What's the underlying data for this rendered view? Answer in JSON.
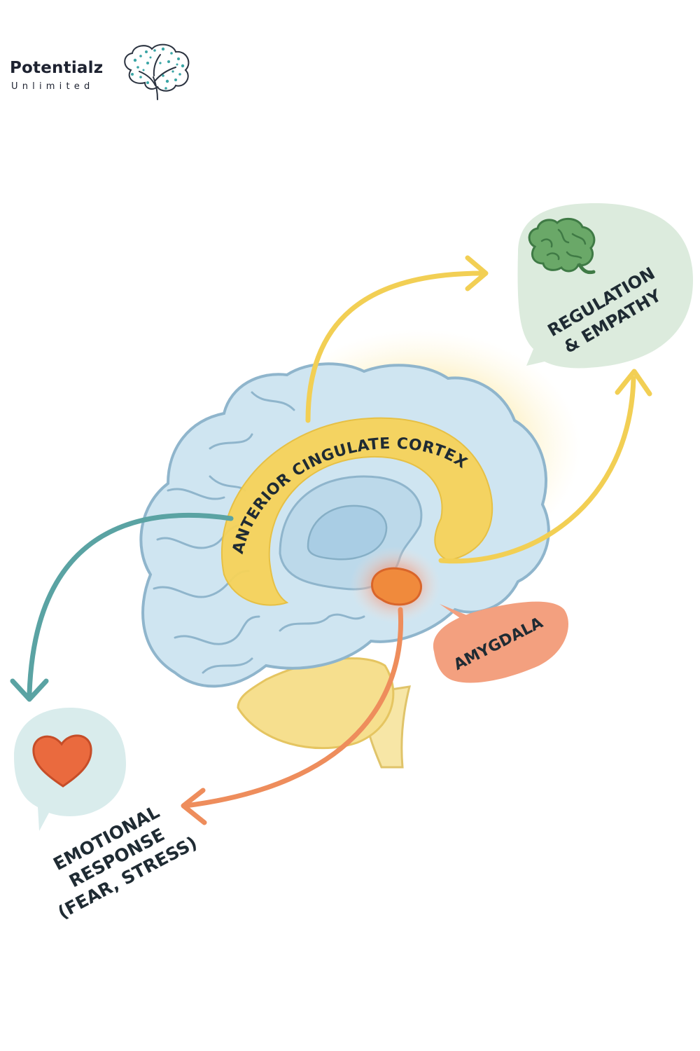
{
  "logo": {
    "name": "Potentialz",
    "tagline": "Unlimited"
  },
  "diagram": {
    "acc_label": "ANTERIOR CINGULATE CORTEX",
    "amygdala_label": "AMYGDALA",
    "regulation": {
      "line1": "REGULATION",
      "line2": "& EMPATHY"
    },
    "emotional": {
      "line1": "EMOTIONAL",
      "line2": "RESPONSE",
      "line3": "(FEAR, STRESS)"
    }
  },
  "colors": {
    "brain_fill": "#cfe5f1",
    "brain_outline": "#8fb5cc",
    "acc_yellow": "#f6d35a",
    "amygdala_orange": "#f08a3c",
    "arrow_yellow": "#f2cf54",
    "arrow_teal": "#5aa3a3",
    "arrow_orange": "#ee8d5c",
    "bubble_green": "#dcebdd",
    "bubble_teal": "#d9ecec",
    "amygdala_bubble": "#f3a07f",
    "logo_teal": "#3aa5a5"
  }
}
